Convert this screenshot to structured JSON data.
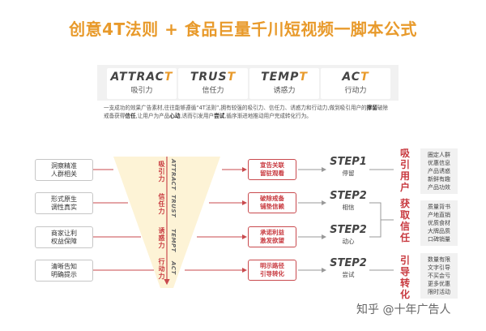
{
  "title": "创意4T法则 + 食品巨量千川短视频一脚本公式",
  "header": {
    "words": [
      {
        "en_main": "ATTRAC",
        "en_accent": "T",
        "cn": "吸引力"
      },
      {
        "en_main": "TRUS",
        "en_accent": "T",
        "cn": "信任力"
      },
      {
        "en_main": "TEMP",
        "en_accent": "T",
        "cn": "诱惑力"
      },
      {
        "en_main": "AC",
        "en_accent": "T",
        "cn": "行动力"
      }
    ]
  },
  "description": {
    "part1": "一支成功的效果广告素材,往往能够遵循“4T法则”,拥有较强的吸引力、信任力、诱惑力和行动力,做到吸引用户的",
    "b1": "撑留",
    "part2": "破除戒备获得",
    "b2": "信任",
    "part3": ",让用户为产品",
    "b3": "心动",
    "part4": ",诱而引发用户",
    "b4": "尝试",
    "part5": ",循序渐进地推动用户完成转化行为。"
  },
  "left_boxes": [
    "洞察精准\n人群相关",
    "形式原生\n调性真实",
    "商家让利\n权益保障",
    "清晰告知\n明确提示"
  ],
  "funnel": {
    "items": [
      {
        "en": "ATTRACT",
        "cn": "吸引力"
      },
      {
        "en": "TRUST",
        "cn": "信任力"
      },
      {
        "en": "TEMPT",
        "cn": "诱惑力"
      },
      {
        "en": "ACT",
        "cn": "行动力"
      }
    ]
  },
  "mid_boxes": [
    "宣告关联\n留驻观看",
    "破除戒备\n铺垫信赖",
    "承诺利益\n激发欲望",
    "明示路径\n引导转化"
  ],
  "steps": [
    {
      "en": "STEP1",
      "cn": "停留"
    },
    {
      "en": "STEP2",
      "cn": "相信"
    },
    {
      "en": "STEP2",
      "cn": "动心"
    },
    {
      "en": "STEP2",
      "cn": "尝试"
    }
  ],
  "categories": [
    "吸引用户",
    "获取信任",
    "引导转化"
  ],
  "details": [
    "圈定人群\n优惠信息\n产品诱惑\n新鲜有趣\n产品功效",
    "质量背书\n产地直销\n优质食材\n大牌品质\n口碑销量",
    "数量有限\n文字引导\n不买会亏\n更多优惠\n限时活动"
  ],
  "watermark": "知乎 @十年广告人",
  "colors": {
    "accent_orange": "#e89a2b",
    "accent_red": "#c8393f",
    "funnel_fill": "#fdf3d6"
  }
}
